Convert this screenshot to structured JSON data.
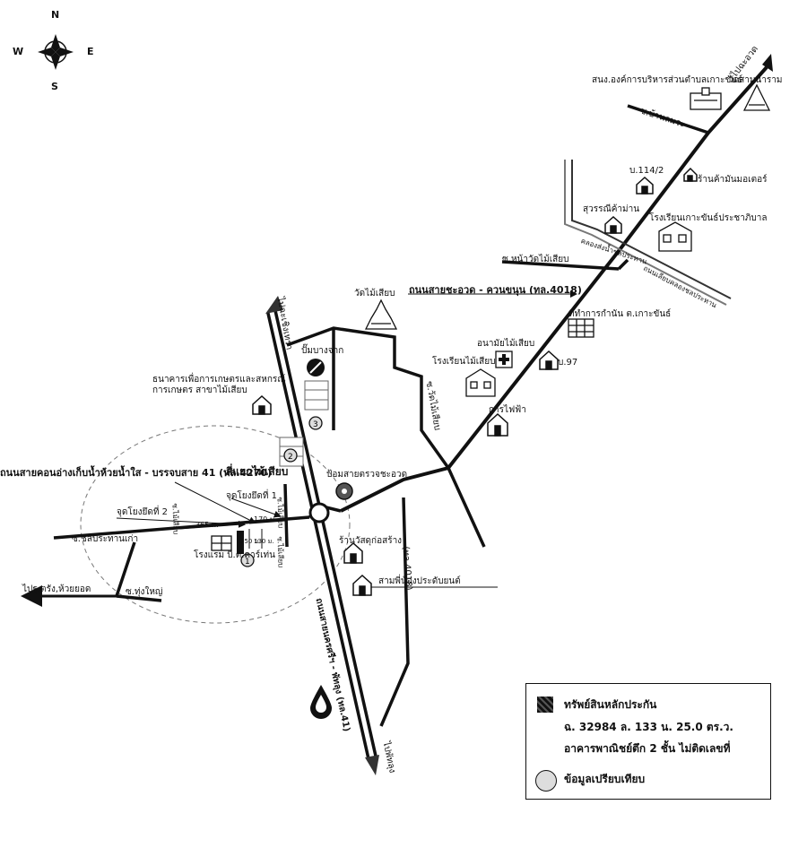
{
  "compass": {
    "n": "N",
    "s": "S",
    "e": "E",
    "w": "W"
  },
  "roads": {
    "to_chachoengsao": "ไปฉะเชิงเทรา",
    "to_chachoengsao_ne": "ไปฉะอวด",
    "to_phatthalung": "ไปพัทลุง",
    "to_hua_sai": "ไปฐ.ตรัง,ห้วยยอด",
    "main_road_4018": "ถนนสายชะอวด - ควนขนุน (ทล.4018)",
    "main_road_4270": "ถนนสายคอนอ่างเก็บน้ำห้วยน้ำใส - บรรจบสาย 41 (ทล.4270)",
    "main_road_41": "ถนนสายนครศรีฯ - พัทลุง (ทล.41)",
    "road_4018_short": "(ทล.4018)",
    "intersection": "สี่แยกไม้เสียบ",
    "soi_prathan_kao": "ซ.ชลประทานเก่า",
    "soi_thung_yai": "ซ.ทุ่งใหญ่",
    "soi_wat_mai_siap": "ซ.วัดไม้เสียบ",
    "soi_na_wat": "ซ.หน้าวัดไม้เสียบ",
    "soi_ban_lam": "ซ.บ้านลมระ",
    "soi_mai_siap_a": "ซ.ไม้เสียบ",
    "soi_mai_siap_b": "ซ.ไม้เสียบ",
    "soi_mai_siap_c": "ซ.ไม้เสียบ",
    "canal": "คลองส่งน้ำชลประทาน",
    "canal_road": "ถนนเลียบคลองชลประทาน"
  },
  "places": {
    "sno": "สนง.องค์การบริหารส่วนตำบลเกาะขันธ์",
    "wat_nararam": "วัดสามนาราม",
    "house_114": "บ.114/2",
    "tan_kha": "ร้านค้ามันมอเตอร์",
    "suwan": "สุวรรณีค้าม่าน",
    "school_koh": "โรงเรียนเกาะขันธ์ประชาภิบาล",
    "wat_mai_siap": "วัดไม้เสียบ",
    "kamnan": "ที่ทำการกำนัน ต.เกาะขันธ์",
    "anamai": "อนามัยไม้เสียบ",
    "school_mai_siap": "โรงเรียนไม้เสียบ",
    "house_97": "บ.97",
    "electric": "การไฟฟ้า",
    "gas_station": "ปั๊มบางจาก",
    "bank": "ธนาคารเพื่อการเกษตรและสหกรณ์การเกษตร สาขาไม้เสียบ",
    "police": "ป้อมสายตรวจชะอวด",
    "material": "ร้านวัสดุก่อสร้าง",
    "auto_parts": "สามพี่น้องประดับยนต์",
    "hotel": "โรงแรม บี.ต.คาร์เท่น",
    "km2": "จุดโยงยึดที่ 2",
    "km1": "จุดโยงยึดที่ 1",
    "dist_170": "170 ม.",
    "dist_365": "365 ม.",
    "dist_150": "150 ม.",
    "dist_130": "130 ม.",
    "marker_1": "1",
    "marker_2": "2",
    "marker_3": "3"
  },
  "legend": {
    "collateral": "ทรัพย์สินหลักประกัน",
    "deed": "ฉ. 32984 ล. 133 น. 25.0 ตร.ว.",
    "building": "อาคารพาณิชย์ตึก 2 ชั้น ไม่ติดเลขที่",
    "comparison": "ข้อมูลเปรียบเทียบ"
  }
}
